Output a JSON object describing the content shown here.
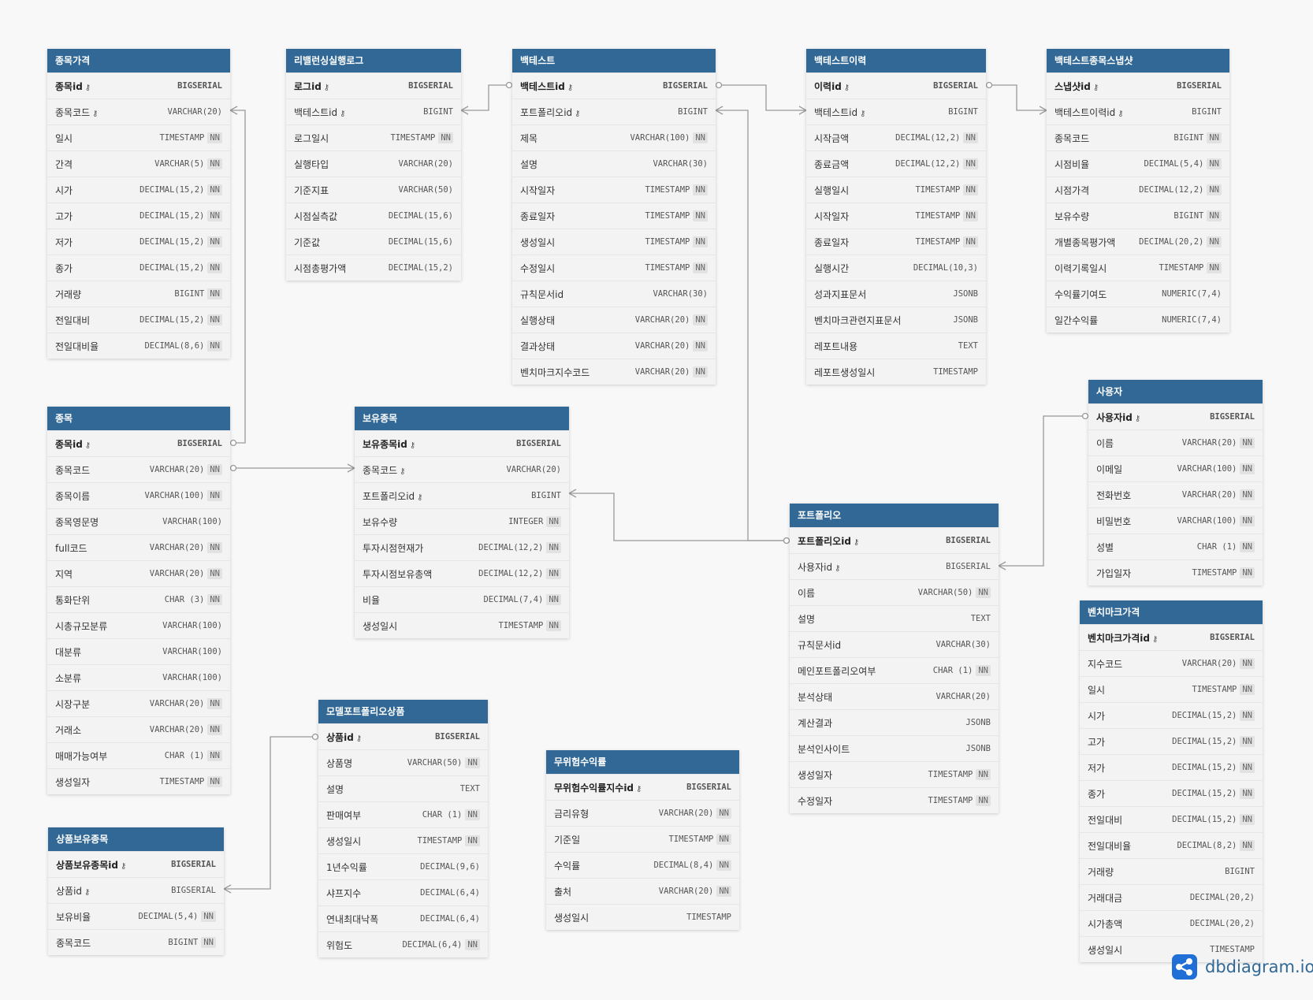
{
  "brand": {
    "name": "dbdiagram.io",
    "icon": "dbdiagram-logo-icon",
    "color": "#1f6fd6"
  },
  "colors": {
    "header": "#316896",
    "header_text": "#ffffff",
    "body": "#f3f3f3",
    "line": "#999999"
  },
  "nn_label": "NN",
  "tables": [
    {
      "id": "stock_price",
      "name": "종목가격",
      "fields": [
        {
          "name": "종목id",
          "type": "BIGSERIAL",
          "pk": true,
          "key": true,
          "nn": false
        },
        {
          "name": "종목코드",
          "type": "VARCHAR(20)",
          "pk": false,
          "key": true,
          "nn": false
        },
        {
          "name": "일시",
          "type": "TIMESTAMP",
          "pk": false,
          "key": false,
          "nn": true
        },
        {
          "name": "간격",
          "type": "VARCHAR(5)",
          "pk": false,
          "key": false,
          "nn": true
        },
        {
          "name": "시가",
          "type": "DECIMAL(15,2)",
          "pk": false,
          "key": false,
          "nn": true
        },
        {
          "name": "고가",
          "type": "DECIMAL(15,2)",
          "pk": false,
          "key": false,
          "nn": true
        },
        {
          "name": "저가",
          "type": "DECIMAL(15,2)",
          "pk": false,
          "key": false,
          "nn": true
        },
        {
          "name": "종가",
          "type": "DECIMAL(15,2)",
          "pk": false,
          "key": false,
          "nn": true
        },
        {
          "name": "거래량",
          "type": "BIGINT",
          "pk": false,
          "key": false,
          "nn": true
        },
        {
          "name": "전일대비",
          "type": "DECIMAL(15,2)",
          "pk": false,
          "key": false,
          "nn": true
        },
        {
          "name": "전일대비율",
          "type": "DECIMAL(8,6)",
          "pk": false,
          "key": false,
          "nn": true
        }
      ]
    },
    {
      "id": "rebalancing_log",
      "name": "리밸런싱실행로그",
      "fields": [
        {
          "name": "로그id",
          "type": "BIGSERIAL",
          "pk": true,
          "key": true,
          "nn": false
        },
        {
          "name": "백테스트id",
          "type": "BIGINT",
          "pk": false,
          "key": true,
          "nn": false
        },
        {
          "name": "로그일시",
          "type": "TIMESTAMP",
          "pk": false,
          "key": false,
          "nn": true
        },
        {
          "name": "실행타입",
          "type": "VARCHAR(20)",
          "pk": false,
          "key": false,
          "nn": false
        },
        {
          "name": "기준지표",
          "type": "VARCHAR(50)",
          "pk": false,
          "key": false,
          "nn": false
        },
        {
          "name": "시점실측값",
          "type": "DECIMAL(15,6)",
          "pk": false,
          "key": false,
          "nn": false
        },
        {
          "name": "기준값",
          "type": "DECIMAL(15,6)",
          "pk": false,
          "key": false,
          "nn": false
        },
        {
          "name": "시점총평가액",
          "type": "DECIMAL(15,2)",
          "pk": false,
          "key": false,
          "nn": false
        }
      ]
    },
    {
      "id": "backtest",
      "name": "백테스트",
      "fields": [
        {
          "name": "백테스트id",
          "type": "BIGSERIAL",
          "pk": true,
          "key": true,
          "nn": false
        },
        {
          "name": "포트폴리오id",
          "type": "BIGINT",
          "pk": false,
          "key": true,
          "nn": false
        },
        {
          "name": "제목",
          "type": "VARCHAR(100)",
          "pk": false,
          "key": false,
          "nn": true
        },
        {
          "name": "설명",
          "type": "VARCHAR(30)",
          "pk": false,
          "key": false,
          "nn": false
        },
        {
          "name": "시작일자",
          "type": "TIMESTAMP",
          "pk": false,
          "key": false,
          "nn": true
        },
        {
          "name": "종료일자",
          "type": "TIMESTAMP",
          "pk": false,
          "key": false,
          "nn": true
        },
        {
          "name": "생성일시",
          "type": "TIMESTAMP",
          "pk": false,
          "key": false,
          "nn": true
        },
        {
          "name": "수정일시",
          "type": "TIMESTAMP",
          "pk": false,
          "key": false,
          "nn": true
        },
        {
          "name": "규칙문서id",
          "type": "VARCHAR(30)",
          "pk": false,
          "key": false,
          "nn": false
        },
        {
          "name": "실행상태",
          "type": "VARCHAR(20)",
          "pk": false,
          "key": false,
          "nn": true
        },
        {
          "name": "결과상태",
          "type": "VARCHAR(20)",
          "pk": false,
          "key": false,
          "nn": true
        },
        {
          "name": "벤치마크지수코드",
          "type": "VARCHAR(20)",
          "pk": false,
          "key": false,
          "nn": true
        }
      ]
    },
    {
      "id": "backtest_history",
      "name": "백테스트이력",
      "fields": [
        {
          "name": "이력id",
          "type": "BIGSERIAL",
          "pk": true,
          "key": true,
          "nn": false
        },
        {
          "name": "백테스트id",
          "type": "BIGINT",
          "pk": false,
          "key": true,
          "nn": false
        },
        {
          "name": "시작금액",
          "type": "DECIMAL(12,2)",
          "pk": false,
          "key": false,
          "nn": true
        },
        {
          "name": "종료금액",
          "type": "DECIMAL(12,2)",
          "pk": false,
          "key": false,
          "nn": true
        },
        {
          "name": "실행일시",
          "type": "TIMESTAMP",
          "pk": false,
          "key": false,
          "nn": true
        },
        {
          "name": "시작일자",
          "type": "TIMESTAMP",
          "pk": false,
          "key": false,
          "nn": true
        },
        {
          "name": "종료일자",
          "type": "TIMESTAMP",
          "pk": false,
          "key": false,
          "nn": true
        },
        {
          "name": "실행시간",
          "type": "DECIMAL(10,3)",
          "pk": false,
          "key": false,
          "nn": false
        },
        {
          "name": "성과지표문서",
          "type": "JSONB",
          "pk": false,
          "key": false,
          "nn": false
        },
        {
          "name": "벤치마크관련지표문서",
          "type": "JSONB",
          "pk": false,
          "key": false,
          "nn": false
        },
        {
          "name": "레포트내용",
          "type": "TEXT",
          "pk": false,
          "key": false,
          "nn": false
        },
        {
          "name": "레포트생성일시",
          "type": "TIMESTAMP",
          "pk": false,
          "key": false,
          "nn": false
        }
      ]
    },
    {
      "id": "backtest_snapshot",
      "name": "백테스트종목스냅샷",
      "fields": [
        {
          "name": "스냅샷id",
          "type": "BIGSERIAL",
          "pk": true,
          "key": true,
          "nn": false
        },
        {
          "name": "백테스트이력id",
          "type": "BIGINT",
          "pk": false,
          "key": true,
          "nn": false
        },
        {
          "name": "종목코드",
          "type": "BIGINT",
          "pk": false,
          "key": false,
          "nn": true
        },
        {
          "name": "시점비율",
          "type": "DECIMAL(5,4)",
          "pk": false,
          "key": false,
          "nn": true
        },
        {
          "name": "시점가격",
          "type": "DECIMAL(12,2)",
          "pk": false,
          "key": false,
          "nn": true
        },
        {
          "name": "보유수량",
          "type": "BIGINT",
          "pk": false,
          "key": false,
          "nn": true
        },
        {
          "name": "개별종목평가액",
          "type": "DECIMAL(20,2)",
          "pk": false,
          "key": false,
          "nn": true
        },
        {
          "name": "이력기록일시",
          "type": "TIMESTAMP",
          "pk": false,
          "key": false,
          "nn": true
        },
        {
          "name": "수익률기여도",
          "type": "NUMERIC(7,4)",
          "pk": false,
          "key": false,
          "nn": false
        },
        {
          "name": "일간수익률",
          "type": "NUMERIC(7,4)",
          "pk": false,
          "key": false,
          "nn": false
        }
      ]
    },
    {
      "id": "stock",
      "name": "종목",
      "fields": [
        {
          "name": "종목id",
          "type": "BIGSERIAL",
          "pk": true,
          "key": true,
          "nn": false
        },
        {
          "name": "종목코드",
          "type": "VARCHAR(20)",
          "pk": false,
          "key": false,
          "nn": true
        },
        {
          "name": "종목이름",
          "type": "VARCHAR(100)",
          "pk": false,
          "key": false,
          "nn": true
        },
        {
          "name": "종목영문명",
          "type": "VARCHAR(100)",
          "pk": false,
          "key": false,
          "nn": false
        },
        {
          "name": "full코드",
          "type": "VARCHAR(20)",
          "pk": false,
          "key": false,
          "nn": true
        },
        {
          "name": "지역",
          "type": "VARCHAR(20)",
          "pk": false,
          "key": false,
          "nn": true
        },
        {
          "name": "통화단위",
          "type": "CHAR (3)",
          "pk": false,
          "key": false,
          "nn": true
        },
        {
          "name": "시총규모분류",
          "type": "VARCHAR(100)",
          "pk": false,
          "key": false,
          "nn": false
        },
        {
          "name": "대분류",
          "type": "VARCHAR(100)",
          "pk": false,
          "key": false,
          "nn": false
        },
        {
          "name": "소분류",
          "type": "VARCHAR(100)",
          "pk": false,
          "key": false,
          "nn": false
        },
        {
          "name": "시장구분",
          "type": "VARCHAR(20)",
          "pk": false,
          "key": false,
          "nn": true
        },
        {
          "name": "거래소",
          "type": "VARCHAR(20)",
          "pk": false,
          "key": false,
          "nn": true
        },
        {
          "name": "매매가능여부",
          "type": "CHAR (1)",
          "pk": false,
          "key": false,
          "nn": true
        },
        {
          "name": "생성일자",
          "type": "TIMESTAMP",
          "pk": false,
          "key": false,
          "nn": true
        }
      ]
    },
    {
      "id": "holding",
      "name": "보유종목",
      "fields": [
        {
          "name": "보유종목id",
          "type": "BIGSERIAL",
          "pk": true,
          "key": true,
          "nn": false
        },
        {
          "name": "종목코드",
          "type": "VARCHAR(20)",
          "pk": false,
          "key": true,
          "nn": false
        },
        {
          "name": "포트폴리오id",
          "type": "BIGINT",
          "pk": false,
          "key": true,
          "nn": false
        },
        {
          "name": "보유수량",
          "type": "INTEGER",
          "pk": false,
          "key": false,
          "nn": true
        },
        {
          "name": "투자시점현재가",
          "type": "DECIMAL(12,2)",
          "pk": false,
          "key": false,
          "nn": true
        },
        {
          "name": "투자시점보유총액",
          "type": "DECIMAL(12,2)",
          "pk": false,
          "key": false,
          "nn": true
        },
        {
          "name": "비율",
          "type": "DECIMAL(7,4)",
          "pk": false,
          "key": false,
          "nn": true
        },
        {
          "name": "생성일시",
          "type": "TIMESTAMP",
          "pk": false,
          "key": false,
          "nn": true
        }
      ]
    },
    {
      "id": "user",
      "name": "사용자",
      "fields": [
        {
          "name": "사용자id",
          "type": "BIGSERIAL",
          "pk": true,
          "key": true,
          "nn": false
        },
        {
          "name": "이름",
          "type": "VARCHAR(20)",
          "pk": false,
          "key": false,
          "nn": true
        },
        {
          "name": "이메일",
          "type": "VARCHAR(100)",
          "pk": false,
          "key": false,
          "nn": true
        },
        {
          "name": "전화번호",
          "type": "VARCHAR(20)",
          "pk": false,
          "key": false,
          "nn": true
        },
        {
          "name": "비밀번호",
          "type": "VARCHAR(100)",
          "pk": false,
          "key": false,
          "nn": true
        },
        {
          "name": "성별",
          "type": "CHAR (1)",
          "pk": false,
          "key": false,
          "nn": true
        },
        {
          "name": "가입일자",
          "type": "TIMESTAMP",
          "pk": false,
          "key": false,
          "nn": true
        }
      ]
    },
    {
      "id": "portfolio",
      "name": "포트폴리오",
      "fields": [
        {
          "name": "포트폴리오id",
          "type": "BIGSERIAL",
          "pk": true,
          "key": true,
          "nn": false
        },
        {
          "name": "사용자id",
          "type": "BIGSERIAL",
          "pk": false,
          "key": true,
          "nn": false
        },
        {
          "name": "이름",
          "type": "VARCHAR(50)",
          "pk": false,
          "key": false,
          "nn": true
        },
        {
          "name": "설명",
          "type": "TEXT",
          "pk": false,
          "key": false,
          "nn": false
        },
        {
          "name": "규칙문서id",
          "type": "VARCHAR(30)",
          "pk": false,
          "key": false,
          "nn": false
        },
        {
          "name": "메인포트폴리오여부",
          "type": "CHAR (1)",
          "pk": false,
          "key": false,
          "nn": true
        },
        {
          "name": "분석상태",
          "type": "VARCHAR(20)",
          "pk": false,
          "key": false,
          "nn": false
        },
        {
          "name": "계산결과",
          "type": "JSONB",
          "pk": false,
          "key": false,
          "nn": false
        },
        {
          "name": "분석인사이트",
          "type": "JSONB",
          "pk": false,
          "key": false,
          "nn": false
        },
        {
          "name": "생성일자",
          "type": "TIMESTAMP",
          "pk": false,
          "key": false,
          "nn": true
        },
        {
          "name": "수정일자",
          "type": "TIMESTAMP",
          "pk": false,
          "key": false,
          "nn": true
        }
      ]
    },
    {
      "id": "benchmark_price",
      "name": "벤치마크가격",
      "fields": [
        {
          "name": "벤치마크가격id",
          "type": "BIGSERIAL",
          "pk": true,
          "key": true,
          "nn": false
        },
        {
          "name": "지수코드",
          "type": "VARCHAR(20)",
          "pk": false,
          "key": false,
          "nn": true
        },
        {
          "name": "일시",
          "type": "TIMESTAMP",
          "pk": false,
          "key": false,
          "nn": true
        },
        {
          "name": "시가",
          "type": "DECIMAL(15,2)",
          "pk": false,
          "key": false,
          "nn": true
        },
        {
          "name": "고가",
          "type": "DECIMAL(15,2)",
          "pk": false,
          "key": false,
          "nn": true
        },
        {
          "name": "저가",
          "type": "DECIMAL(15,2)",
          "pk": false,
          "key": false,
          "nn": true
        },
        {
          "name": "종가",
          "type": "DECIMAL(15,2)",
          "pk": false,
          "key": false,
          "nn": true
        },
        {
          "name": "전일대비",
          "type": "DECIMAL(15,2)",
          "pk": false,
          "key": false,
          "nn": true
        },
        {
          "name": "전일대비율",
          "type": "DECIMAL(8,2)",
          "pk": false,
          "key": false,
          "nn": true
        },
        {
          "name": "거래량",
          "type": "BIGINT",
          "pk": false,
          "key": false,
          "nn": false
        },
        {
          "name": "거래대금",
          "type": "DECIMAL(20,2)",
          "pk": false,
          "key": false,
          "nn": false
        },
        {
          "name": "시가총액",
          "type": "DECIMAL(20,2)",
          "pk": false,
          "key": false,
          "nn": false
        },
        {
          "name": "생성일시",
          "type": "TIMESTAMP",
          "pk": false,
          "key": false,
          "nn": false
        }
      ]
    },
    {
      "id": "model_product",
      "name": "모델포트폴리오상품",
      "fields": [
        {
          "name": "상품id",
          "type": "BIGSERIAL",
          "pk": true,
          "key": true,
          "nn": false
        },
        {
          "name": "상품명",
          "type": "VARCHAR(50)",
          "pk": false,
          "key": false,
          "nn": true
        },
        {
          "name": "설명",
          "type": "TEXT",
          "pk": false,
          "key": false,
          "nn": false
        },
        {
          "name": "판매여부",
          "type": "CHAR (1)",
          "pk": false,
          "key": false,
          "nn": true
        },
        {
          "name": "생성일시",
          "type": "TIMESTAMP",
          "pk": false,
          "key": false,
          "nn": true
        },
        {
          "name": "1년수익률",
          "type": "DECIMAL(9,6)",
          "pk": false,
          "key": false,
          "nn": false
        },
        {
          "name": "샤프지수",
          "type": "DECIMAL(6,4)",
          "pk": false,
          "key": false,
          "nn": false
        },
        {
          "name": "연내최대낙폭",
          "type": "DECIMAL(6,4)",
          "pk": false,
          "key": false,
          "nn": false
        },
        {
          "name": "위험도",
          "type": "DECIMAL(6,4)",
          "pk": false,
          "key": false,
          "nn": true
        }
      ]
    },
    {
      "id": "risk_free",
      "name": "무위험수익률",
      "fields": [
        {
          "name": "무위험수익률지수id",
          "type": "BIGSERIAL",
          "pk": true,
          "key": true,
          "nn": false
        },
        {
          "name": "금리유형",
          "type": "VARCHAR(20)",
          "pk": false,
          "key": false,
          "nn": true
        },
        {
          "name": "기준일",
          "type": "TIMESTAMP",
          "pk": false,
          "key": false,
          "nn": true
        },
        {
          "name": "수익률",
          "type": "DECIMAL(8,4)",
          "pk": false,
          "key": false,
          "nn": true
        },
        {
          "name": "출처",
          "type": "VARCHAR(20)",
          "pk": false,
          "key": false,
          "nn": true
        },
        {
          "name": "생성일시",
          "type": "TIMESTAMP",
          "pk": false,
          "key": false,
          "nn": false
        }
      ]
    },
    {
      "id": "product_holding",
      "name": "상품보유종목",
      "fields": [
        {
          "name": "상품보유종목id",
          "type": "BIGSERIAL",
          "pk": true,
          "key": true,
          "nn": false
        },
        {
          "name": "상품id",
          "type": "BIGSERIAL",
          "pk": false,
          "key": true,
          "nn": false
        },
        {
          "name": "보유비율",
          "type": "DECIMAL(5,4)",
          "pk": false,
          "key": false,
          "nn": true
        },
        {
          "name": "종목코드",
          "type": "BIGINT",
          "pk": false,
          "key": false,
          "nn": true
        }
      ]
    }
  ]
}
